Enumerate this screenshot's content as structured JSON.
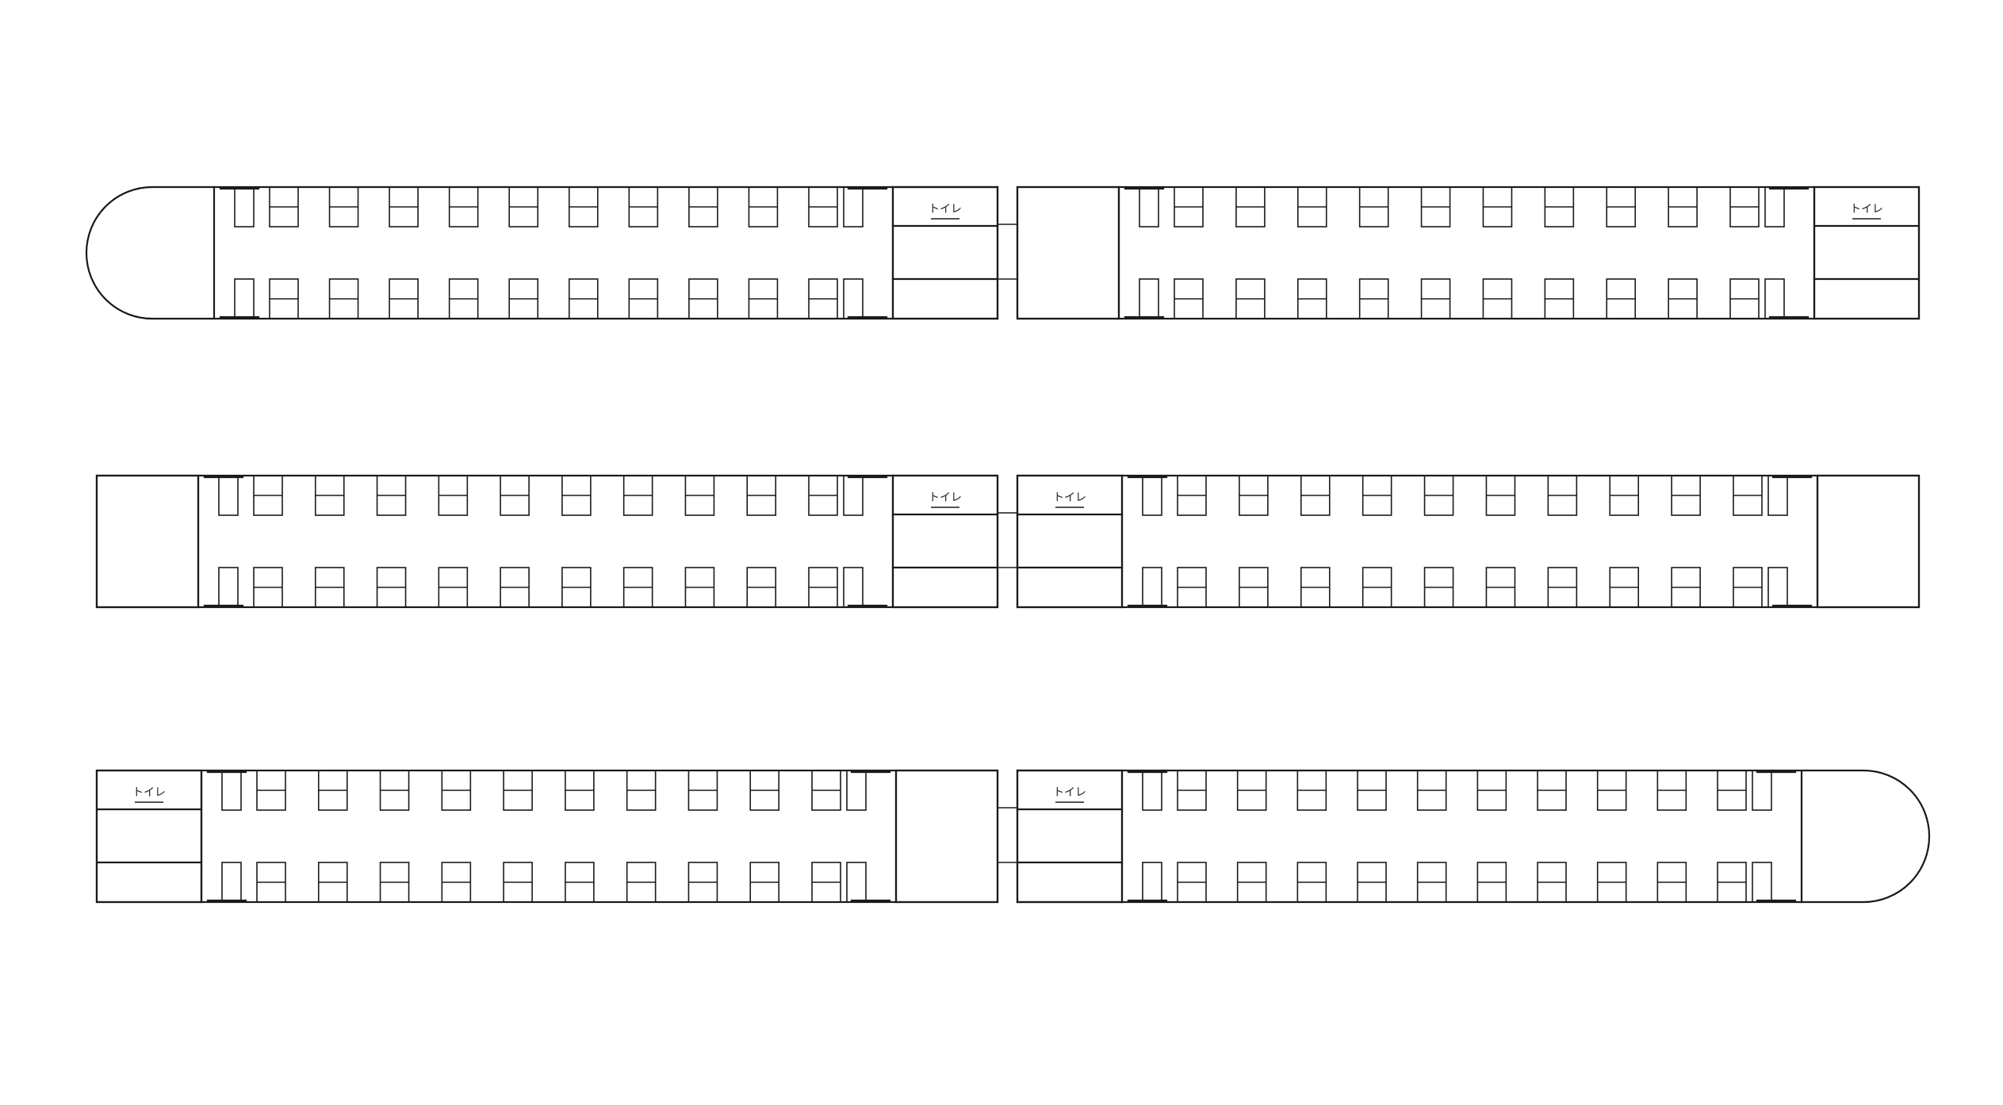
{
  "toilet_label": "トイレ",
  "cars": [
    {
      "id": "car-1",
      "row": 0,
      "side": "left",
      "nose": "left",
      "toilet": "right",
      "vestibule_block": "none",
      "seat_rows": 10,
      "door_pair": "center-left"
    },
    {
      "id": "car-2",
      "row": 0,
      "side": "right",
      "nose": "none",
      "toilet": "right",
      "vestibule_block": "left",
      "seat_rows": 10,
      "door_pair": "center-left"
    },
    {
      "id": "car-3",
      "row": 1,
      "side": "left",
      "nose": "none",
      "toilet": "right",
      "vestibule_block": "left",
      "seat_rows": 10,
      "door_pair": "center-left"
    },
    {
      "id": "car-4",
      "row": 1,
      "side": "right",
      "nose": "none",
      "toilet": "left",
      "vestibule_block": "right",
      "seat_rows": 10,
      "door_pair": "center-right"
    },
    {
      "id": "car-5",
      "row": 2,
      "side": "left",
      "nose": "none",
      "toilet": "left",
      "vestibule_block": "right",
      "seat_rows": 10,
      "door_pair": "center-right"
    },
    {
      "id": "car-6",
      "row": 2,
      "side": "right",
      "nose": "right",
      "toilet": "left",
      "vestibule_block": "none",
      "seat_rows": 10,
      "door_pair": "center-right"
    }
  ]
}
